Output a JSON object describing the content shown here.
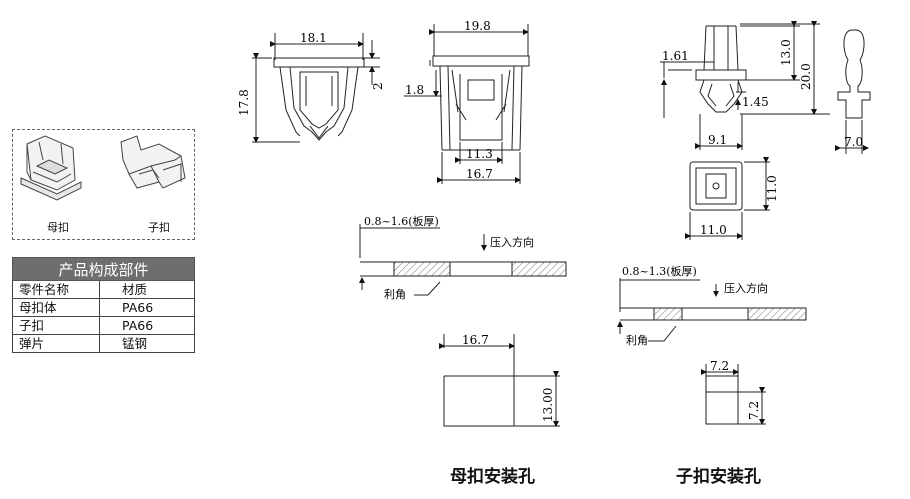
{
  "parts": {
    "female_label": "母扣",
    "male_label": "子扣"
  },
  "table": {
    "title": "产品构成部件",
    "headers": [
      "零件名称",
      "材质"
    ],
    "rows": [
      [
        "母扣体",
        "PA66"
      ],
      [
        "子扣",
        "PA66"
      ],
      [
        "弹片",
        "锰钢"
      ]
    ]
  },
  "dimensions": {
    "front_width": "18.1",
    "front_height": "17.8",
    "front_gap": "2",
    "side_width": "19.8",
    "side_small": "1.8",
    "side_inner": "11.3",
    "side_base": "16.7",
    "pin_top_offset": "1.61",
    "pin_height_13": "13.0",
    "pin_height_20": "20.0",
    "pin_small": "1.45",
    "pin_width": "9.1",
    "pin_side_width": "7.0",
    "square_height": "11.0",
    "square_width": "11.0"
  },
  "install_female": {
    "plate": "0.8~1.6(板厚)",
    "press": "压入方向",
    "edge": "利角",
    "hole_width": "16.7",
    "hole_height": "13.00",
    "caption": "母扣安装孔"
  },
  "install_male": {
    "plate": "0.8~1.3(板厚)",
    "press": "压入方向",
    "edge": "利角",
    "hole_width": "7.2",
    "hole_height": "7.2",
    "caption": "子扣安装孔"
  }
}
